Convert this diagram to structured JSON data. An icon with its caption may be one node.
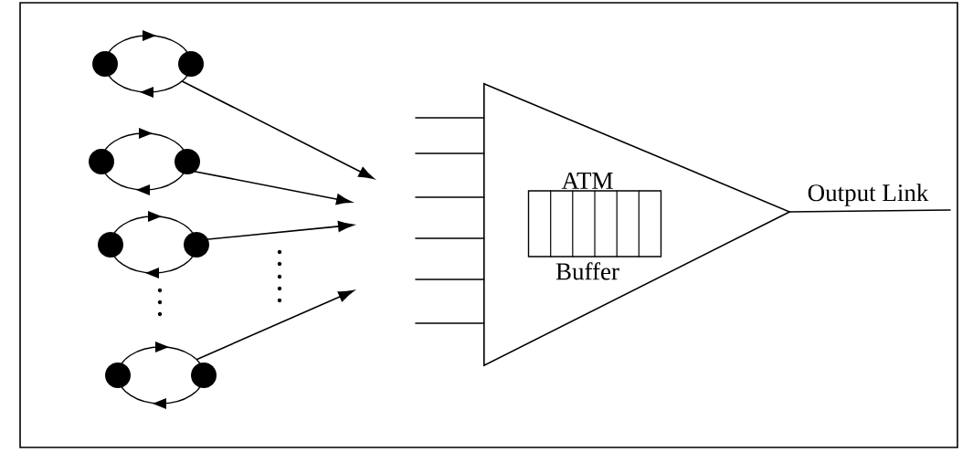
{
  "diagram": {
    "nodes": [
      {
        "text": [],
        "shape": "circle"
      },
      {
        "text": [],
        "shape": "circle"
      },
      {
        "text": [],
        "shape": "circle"
      },
      {
        "text": [],
        "shape": "circle"
      },
      {
        "text": [],
        "shape": "triangle"
      },
      {
        "text": [
          "ATM",
          "Buffer"
        ],
        "in": 4
      }
    ],
    "edges": [
      {
        "from": 0,
        "to": null,
        "arrow": "to"
      },
      {
        "from": 1,
        "to": null,
        "arrow": "to"
      },
      {
        "from": 2,
        "to": null,
        "arrow": "to"
      },
      {
        "from": 3,
        "to": null,
        "arrow": "to"
      },
      {
        "from": null,
        "to": 4,
        "arrow": "none"
      },
      {
        "from": null,
        "to": 4,
        "arrow": "none"
      },
      {
        "from": null,
        "to": 4,
        "arrow": "none"
      },
      {
        "from": null,
        "to": 4,
        "arrow": "none"
      },
      {
        "from": null,
        "to": 4,
        "arrow": "none"
      },
      {
        "from": null,
        "to": 4,
        "arrow": "none"
      },
      {
        "from": 4,
        "to": null,
        "arrow": "none",
        "label": "Output Link"
      }
    ]
  }
}
